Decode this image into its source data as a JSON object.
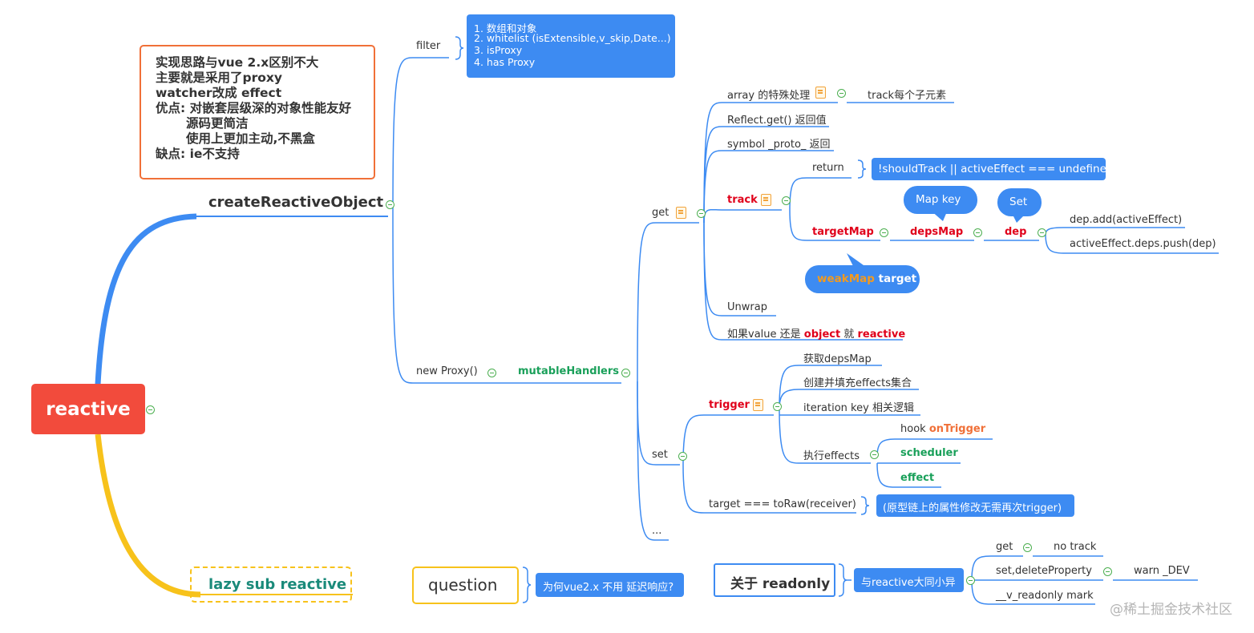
{
  "root": {
    "label": "reactive"
  },
  "note": {
    "lines": [
      "实现思路与vue 2.x区别不大",
      "主要就是采用了proxy",
      "watcher改成 effect",
      "优点: 对嵌套层级深的对象性能友好",
      "源码更简洁",
      "使用上更加主动,不黑盒",
      "缺点: ie不支持"
    ]
  },
  "create": {
    "label": "createReactiveObject"
  },
  "filter": {
    "label": "filter",
    "items": [
      "1. 数组和对象",
      "2. whitelist (isExtensible,v_skip,Date...)",
      "3. isProxy",
      "4. has Proxy"
    ]
  },
  "newproxy": {
    "label": "new Proxy()"
  },
  "mutable": {
    "label": "mutableHandlers"
  },
  "get": {
    "label": "get",
    "array": "array 的特殊处理",
    "array_child": "track每个子元素",
    "reflect": "Reflect.get() 返回值",
    "symbol": "symbol _proto_ 返回",
    "unwrap": "Unwrap",
    "ifvalue": {
      "pre": "如果value 还是 ",
      "object": "object",
      "mid": " 就 ",
      "reactive": "reactive"
    }
  },
  "track": {
    "label": "track",
    "return_label": "return",
    "return_note": "!shouldTrack || activeEffect === undefined",
    "targetmap": "targetMap",
    "depsmap": "depsMap",
    "dep": "dep",
    "mapkey": "Map key",
    "set": "Set",
    "weakmap": "weakMap",
    "weakmap_target": " target",
    "dep_add": "dep.add(activeEffect)",
    "dep_push": "activeEffect.deps.push(dep)"
  },
  "set": {
    "label": "set",
    "target_raw": "target === toRaw(receiver)",
    "target_raw_note": "(原型链上的属性修改无需再次trigger)"
  },
  "trigger": {
    "label": "trigger",
    "items": [
      "获取depsMap",
      "创建并填充effects集合",
      "iteration key 相关逻辑"
    ],
    "exec": "执行effects",
    "hook": "hook ",
    "ontrigger": "onTrigger",
    "scheduler": "scheduler",
    "effect": "effect"
  },
  "ellipsis": "...",
  "lazy": {
    "label": "lazy sub reactive"
  },
  "question": {
    "label": "question",
    "note": "为何vue2.x 不用 延迟响应?"
  },
  "readonly": {
    "label": "关于 readonly",
    "summary": "与reactive大同小异",
    "get": "get",
    "no_track": "no track",
    "setdelete": "set,deleteProperty",
    "warn": "warn _DEV",
    "vreadonly": "__v_readonly mark"
  },
  "watermark": "@稀土掘金技术社区",
  "colors": {
    "root": "#f24b3c",
    "branch_blue": "#3d8bf2",
    "branch_yellow": "#f7c21b",
    "note_border": "#f07038",
    "red_text": "#e0001a",
    "green_text": "#1aa05a",
    "orange_text": "#f39a1e"
  }
}
